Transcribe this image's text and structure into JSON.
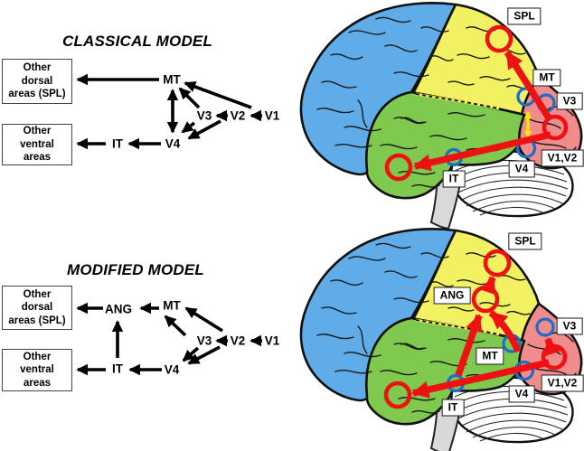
{
  "classical": {
    "title": "CLASSICAL MODEL",
    "box_dorsal": [
      "Other",
      "dorsal",
      "areas (SPL)"
    ],
    "box_ventral": [
      "Other",
      "ventral",
      "areas"
    ],
    "nodes": {
      "mt": "MT",
      "v3": "V3",
      "v2": "V2",
      "v1": "V1",
      "v4": "V4",
      "it": "IT"
    },
    "connections": [
      "V1→V2",
      "V2→V3",
      "V2→MT",
      "V3→MT",
      "MT↔V4",
      "V3→V4",
      "V2→V4",
      "V4→IT",
      "MT→Other dorsal areas (SPL)",
      "IT→Other ventral areas"
    ]
  },
  "modified": {
    "title": "MODIFIED MODEL",
    "box_dorsal": [
      "Other",
      "dorsal",
      "areas (SPL)"
    ],
    "box_ventral": [
      "Other",
      "ventral",
      "areas"
    ],
    "nodes": {
      "ang": "ANG",
      "mt": "MT",
      "v3": "V3",
      "v2": "V2",
      "v1": "V1",
      "v4": "V4",
      "it": "IT"
    },
    "connections": [
      "V1→V2",
      "V2→V3",
      "V2→MT",
      "V3→MT",
      "V3→V4",
      "V2→V4",
      "V4→IT",
      "MT→ANG",
      "IT→ANG",
      "ANG→Other dorsal areas (SPL)",
      "IT→Other ventral areas"
    ]
  },
  "brain_top": {
    "labels": {
      "spl": "SPL",
      "mt": "MT",
      "v3": "V3",
      "v1v2": "V1,V2",
      "v4": "V4",
      "it": "IT"
    },
    "pathways": [
      "V1,V2→MT→SPL (red)",
      "V1,V2→V4→IT (red)",
      "MT↔V4 (yellow)"
    ]
  },
  "brain_bottom": {
    "labels": {
      "spl": "SPL",
      "ang": "ANG",
      "mt": "MT",
      "v3": "V3",
      "v1v2": "V1,V2",
      "v4": "V4",
      "it": "IT"
    },
    "pathways": [
      "V1,V2→V3 (red)",
      "V1,V2→V4→IT (red)",
      "IT→ANG (red)",
      "MT→ANG (red)",
      "ANG→SPL (red)"
    ]
  },
  "colors": {
    "pathway-red": "#ee1111",
    "marker-blue": "#1c6cc8",
    "arrow-yellow": "#ffe408",
    "lobe-frontal": "#5face8",
    "lobe-parietal": "#f2f161",
    "lobe-temporal": "#7fc94f",
    "lobe-occipital": "#f08c8c",
    "stem-gray": "#d9d9d9",
    "outline": "#111111"
  }
}
